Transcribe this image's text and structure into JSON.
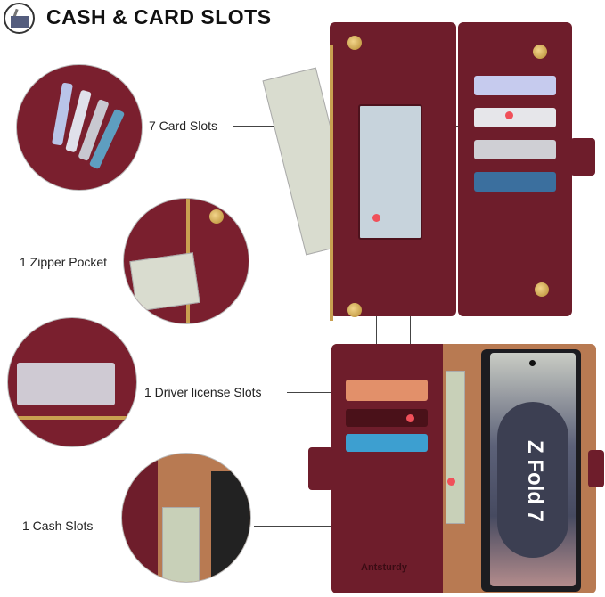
{
  "header": {
    "title": "CASH & CARD SLOTS",
    "icon": "wallet-cards-icon"
  },
  "features": [
    {
      "label": "7 Card Slots"
    },
    {
      "label": "1 Zipper Pocket"
    },
    {
      "label": "1 Driver license Slots"
    },
    {
      "label": "1 Cash Slots"
    }
  ],
  "product": {
    "brand": "Antsturdy",
    "screen_text": "Z Fold 7"
  },
  "colors": {
    "leather": "#6e1d2b",
    "interior": "#b87a52",
    "accent_dot": "#f0505a"
  }
}
